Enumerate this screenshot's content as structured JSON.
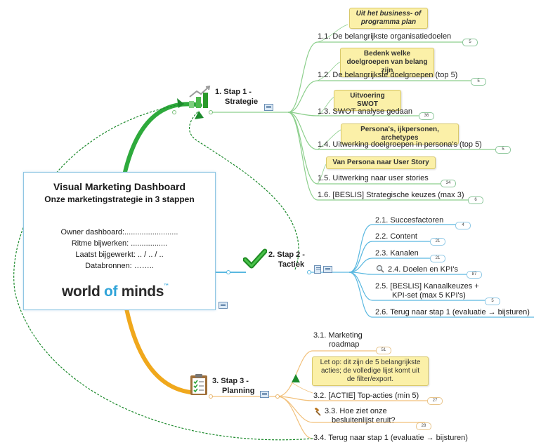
{
  "central": {
    "title": "Visual Marketing Dashboard",
    "subtitle": "Onze marketingstrategie in 3 stappen",
    "owner": "Owner dashboard:.........................",
    "ritme": "Ritme bijwerken: .................",
    "laatst": "Laatst bijgewerkt: .. / .. / ..",
    "bronnen": "Databronnen: ……..",
    "logo_a": "world ",
    "logo_b": "of",
    "logo_c": " minds",
    "logo_tm": "™"
  },
  "stap1": {
    "label_a": "1. Stap 1 -",
    "label_b": "Strategie",
    "items": [
      {
        "text": "1.1. De belangrijkste organisatiedoelen",
        "badge": "5",
        "note": "Uit het business- of programma plan"
      },
      {
        "text": "1.2. De belangrijkste doelgroepen (top 5)",
        "badge": "5",
        "note": "Bedenk welke doelgroepen van belang zijn"
      },
      {
        "text": "1.3. SWOT analyse gedaan",
        "badge": "36",
        "note": "Uitvoering SWOT"
      },
      {
        "text": "1.4. Uitwerking doelgroepen in persona's (top 5)",
        "badge": "5",
        "note": "Persona's, ijkpersonen, archetypes"
      },
      {
        "text": "1.5. Uitwerking naar user stories",
        "badge": "34",
        "note": "Van Persona naar User Story"
      },
      {
        "text": "1.6. [BESLIS] Strategische keuzes (max 3)",
        "badge": "6"
      }
    ]
  },
  "stap2": {
    "label_a": "2. Stap 2 -",
    "label_b": "Tactiek",
    "items": [
      {
        "text": "2.1. Succesfactoren",
        "badge": "4"
      },
      {
        "text": "2.2. Content",
        "badge": "21"
      },
      {
        "text": "2.3. Kanalen",
        "badge": "21"
      },
      {
        "text": "2.4. Doelen en KPI's",
        "badge": "87"
      },
      {
        "text_a": "2.5. [BESLIS] Kanaalkeuzes +",
        "text_b": "KPI-set (max 5 KPI's)",
        "badge": "5"
      },
      {
        "text": "2.6. Terug naar stap 1 (evaluatie → bijsturen)"
      }
    ]
  },
  "stap3": {
    "label_a": "3. Stap 3 -",
    "label_b": "Planning",
    "note": "Let op: dit zijn de 5 belangrijkste acties; de volledige lijst komt uit de filter/export.",
    "items": [
      {
        "text_a": "3.1. Marketing",
        "text_b": "roadmap",
        "badge": "51"
      },
      {
        "text": "3.2. [ACTIE] Top-acties (min 5)",
        "badge": "27"
      },
      {
        "text_a": "3.3. Hoe ziet onze",
        "text_b": "besluitenlijst eruit?",
        "badge": "28"
      },
      {
        "text": "3.4. Terug naar stap 1 (evaluatie → bijsturen)"
      }
    ]
  },
  "colors": {
    "green": "#2eaa3c",
    "light_green": "#8ccf8c",
    "blue": "#5ab8e0",
    "orange": "#f0a81c",
    "note": "#fbf0a8"
  },
  "icons": [
    "chart-bars-icon",
    "checkmark-icon",
    "clipboard-checklist-icon",
    "magnifier-icon",
    "gavel-icon",
    "notes-icon",
    "document-icon"
  ]
}
